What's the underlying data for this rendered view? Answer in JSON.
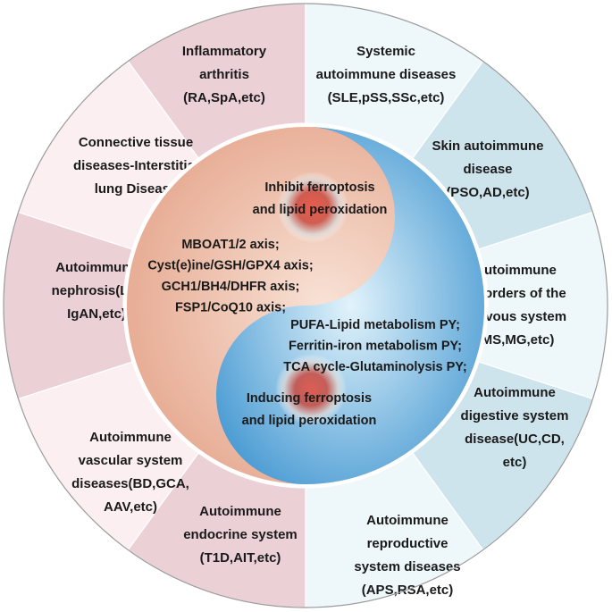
{
  "colors": {
    "pink_dark": "#ebd0d6",
    "pink_mid": "#f3dde2",
    "pink_light": "#fbeff1",
    "blue_dark": "#cde4ec",
    "blue_mid": "#deeef4",
    "blue_light": "#eef7fa",
    "yin_warm_inner": "#f8e2d6",
    "yin_warm_outer": "#e6a88f",
    "yang_blue_inner": "#e2f3fb",
    "yang_blue_outer": "#4a9bd3",
    "border": "#9a9a9a"
  },
  "outer_ring": {
    "segments": [
      {
        "id": "inflammatory-arthritis",
        "lines": [
          "Inflammatory",
          "arthritis",
          "(RA,SpA,etc)"
        ]
      },
      {
        "id": "systemic-autoimmune",
        "lines": [
          "Systemic",
          "autoimmune diseases",
          "(SLE,pSS,SSc,etc)"
        ]
      },
      {
        "id": "skin-autoimmune",
        "lines": [
          "Skin autoimmune",
          "disease",
          "(PSO,AD,etc)"
        ]
      },
      {
        "id": "nervous-system",
        "lines": [
          "Autoimmune",
          "disorders of the",
          "nervous system",
          "(MS,MG,etc)"
        ]
      },
      {
        "id": "digestive-system",
        "lines": [
          "Autoimmune",
          "digestive system",
          "disease(UC,CD,",
          "etc)"
        ]
      },
      {
        "id": "reproductive-system",
        "lines": [
          "Autoimmune",
          "reproductive",
          "system diseases",
          "(APS,RSA,etc)"
        ]
      },
      {
        "id": "endocrine-system",
        "lines": [
          "Autoimmune",
          "endocrine system",
          "(T1D,AIT,etc)"
        ]
      },
      {
        "id": "vascular-system",
        "lines": [
          "Autoimmune",
          "vascular system",
          "diseases(BD,GCA,",
          "AAV,etc)"
        ]
      },
      {
        "id": "nephrosis",
        "lines": [
          "Autoimmune",
          "nephrosis(LN,",
          "IgAN,etc)"
        ]
      },
      {
        "id": "connective-tissue-ild",
        "lines": [
          "Connective tissue",
          "diseases-Interstitial",
          "lung Disease"
        ]
      }
    ]
  },
  "inner": {
    "inhibit_title": [
      "Inhibit ferroptosis",
      "and lipid peroxidation"
    ],
    "inhibit_axes": [
      "MBOAT1/2 axis;",
      "Cyst(e)ine/GSH/GPX4 axis;",
      "GCH1/BH4/DHFR axis;",
      "FSP1/CoQ10  axis;"
    ],
    "induce_pathways": [
      "PUFA-Lipid metabolism PY;",
      "Ferritin-iron metabolism PY;",
      "TCA cycle-Glutaminolysis PY;"
    ],
    "induce_title": [
      "Inducing ferroptosis",
      "and lipid peroxidation"
    ]
  }
}
